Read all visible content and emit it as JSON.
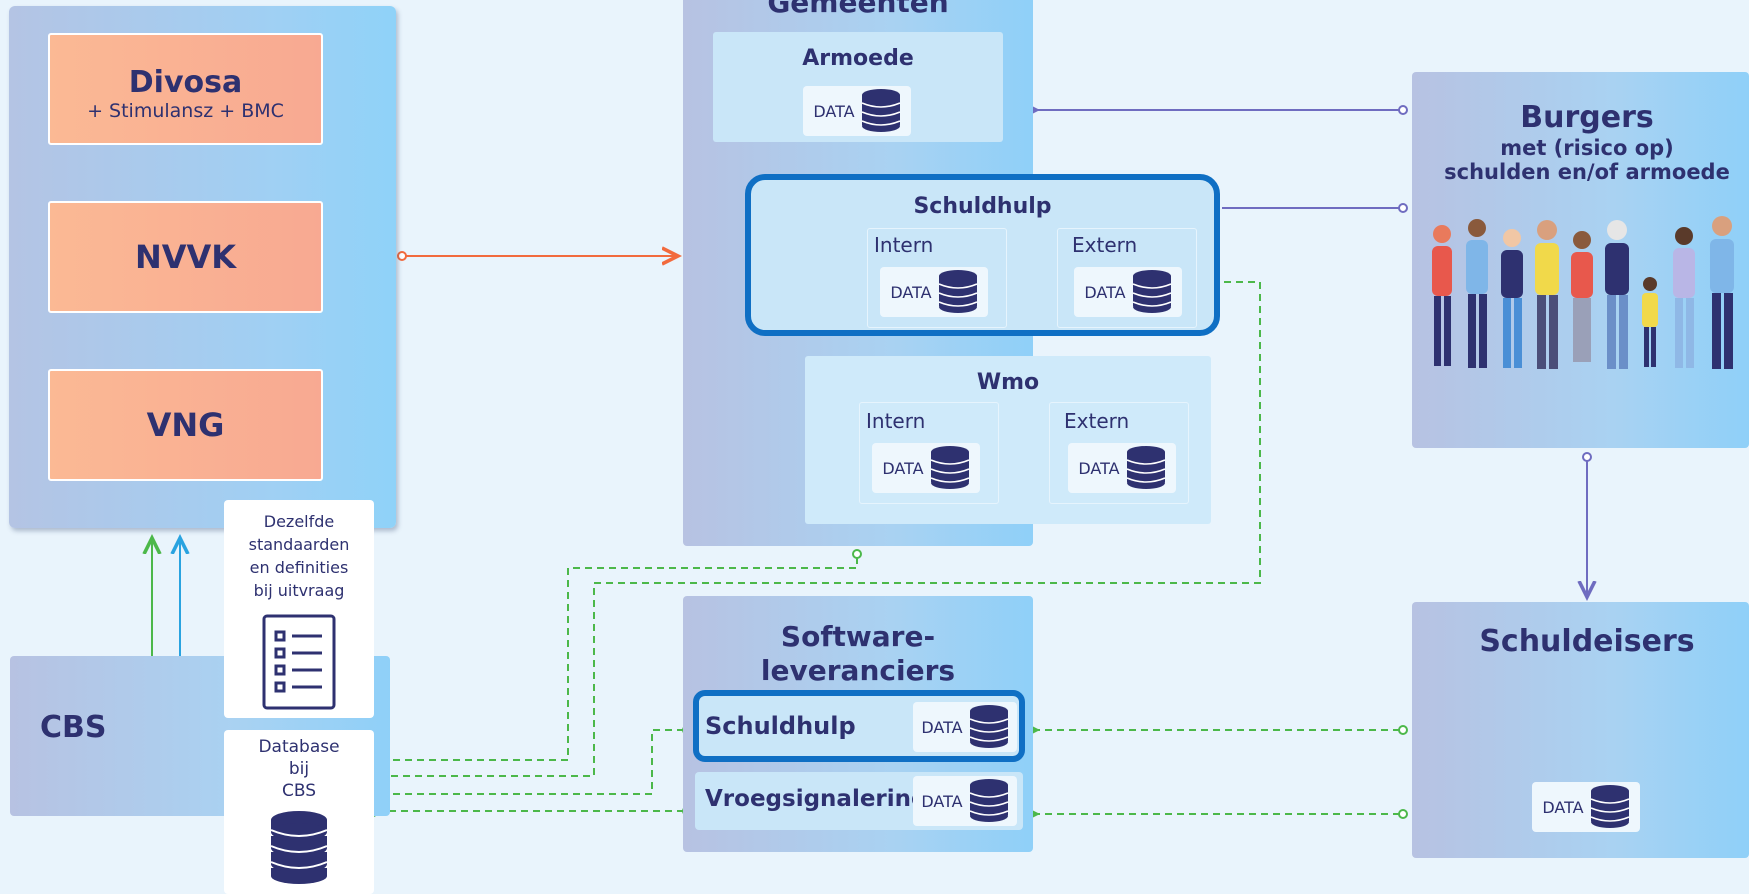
{
  "left": {
    "orgs": [
      {
        "name": "Divosa",
        "subtitle": "+ Stimulansz + BMC"
      },
      {
        "name": "NVVK"
      },
      {
        "name": "VNG"
      }
    ]
  },
  "standards_note": [
    "Dezelfde",
    "standaarden",
    "en definities",
    "bij uitvraag"
  ],
  "cbs": {
    "label": "CBS",
    "database_label": [
      "Database",
      "bij",
      "CBS"
    ]
  },
  "gemeenten": {
    "title": "Gemeenten",
    "armoede": {
      "title": "Armoede",
      "data": "DATA"
    },
    "schuldhulp": {
      "title": "Schuldhulp",
      "intern": "Intern",
      "extern": "Extern",
      "data": "DATA"
    },
    "wmo": {
      "title": "Wmo",
      "intern": "Intern",
      "extern": "Extern",
      "data": "DATA"
    }
  },
  "software": {
    "title": "Software-",
    "title2": "leveranciers",
    "rows": [
      {
        "label": "Schuldhulp",
        "data": "DATA"
      },
      {
        "label": "Vroegsignalering",
        "data": "DATA"
      }
    ]
  },
  "burgers": {
    "title": "Burgers",
    "subtitle": "met (risico op)",
    "subtitle2": "schulden en/of armoede"
  },
  "schuldeisers": {
    "title": "Schuldeisers",
    "data": "DATA"
  },
  "colors": {
    "navy": "#2e3170",
    "orange_line": "#f26a3d",
    "green_dashed": "#4cb84a",
    "purple_line": "#6f6cc0",
    "blue_highlight": "#0f6fc4"
  },
  "icons": [
    "database-icon",
    "checklist-icon",
    "people-illustration"
  ]
}
